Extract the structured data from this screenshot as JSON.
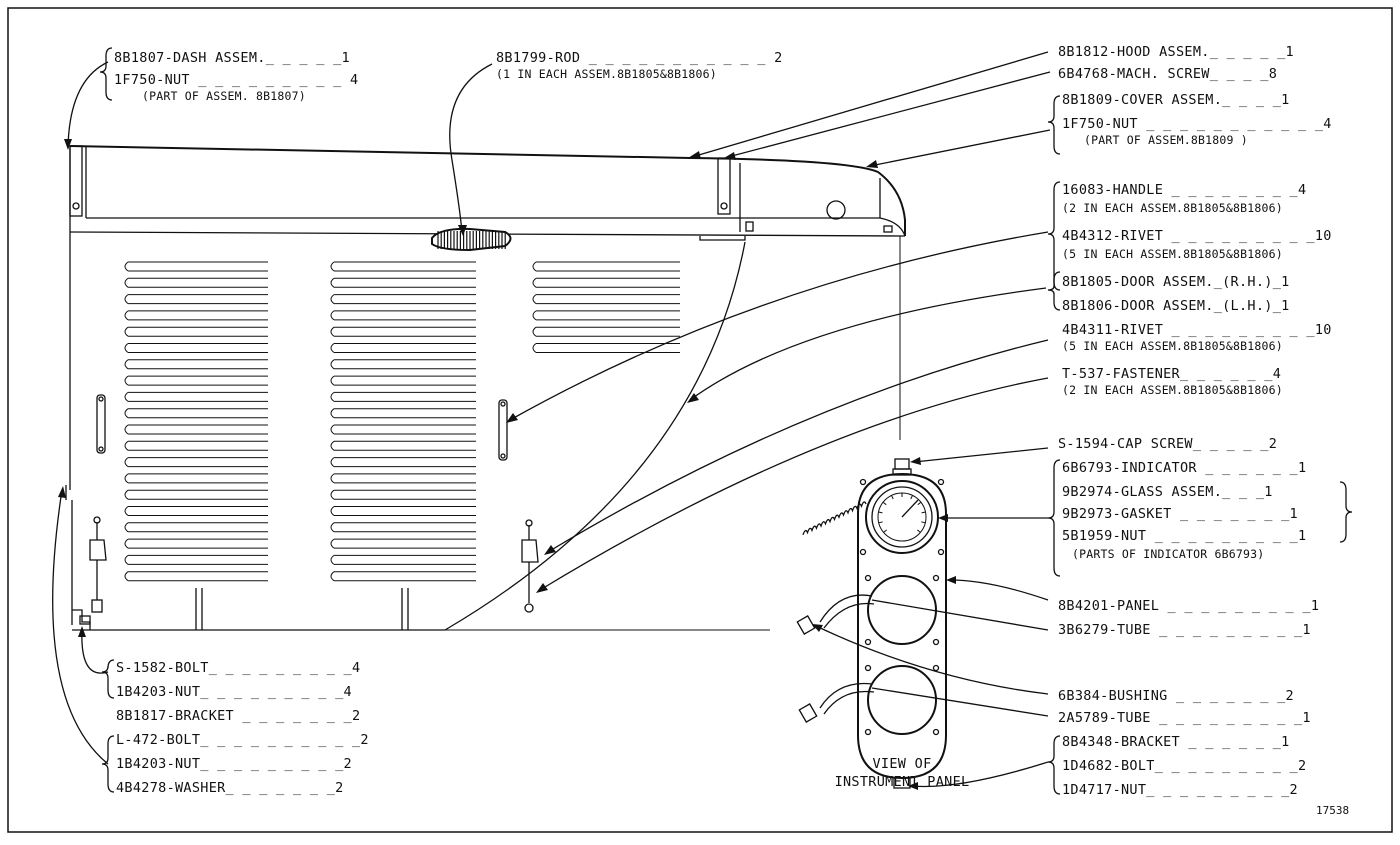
{
  "callouts": {
    "dash_assem": "8B1807-DASH ASSEM._ _ _ _ _1",
    "nut_1f750_a": "1F750-NUT _ _ _ _ _ _ _ _ _ 4",
    "nut_1f750_a_note": "(PART OF ASSEM. 8B1807)",
    "rod": "8B1799-ROD _ _ _ _ _ _ _ _ _ _ _ 2",
    "rod_note": "(1 IN EACH ASSEM.8B1805&8B1806)",
    "hood_assem": "8B1812-HOOD ASSEM._ _ _ _ _1",
    "mach_screw": "6B4768-MACH. SCREW_ _ _ _8",
    "cover_assem": "8B1809-COVER ASSEM._ _ _ _1",
    "nut_1f750_b": "1F750-NUT _ _ _ _ _ _ _ _ _ _ _4",
    "nut_1f750_b_note": "(PART OF ASSEM.8B1809 )",
    "handle": "1608З-HANDLE _ _ _ _ _ _ _ _4",
    "handle_note": "(2 IN EACH ASSEM.8B1805&8B1806)",
    "rivet_4b4312": "4B4312-RIVET _ _ _ _ _ _ _ _ _10",
    "rivet_4b4312_note": "(5 IN EACH ASSEM.8B1805&8B1806)",
    "door_rh": "8B1805-DOOR ASSEM._(R.H.)_1",
    "door_lh": "8B1806-DOOR ASSEM._(L.H.)_1",
    "rivet_4b4311": "4B4311-RIVET _ _ _ _ _ _ _ _ _10",
    "rivet_4b4311_note": "(5 IN EACH ASSEM.8B1805&8B1806)",
    "fastener": "T-537-FASTENER_ _ _ _ _ _4",
    "fastener_note": "(2 IN EACH ASSEM.8B1805&8B1806)",
    "cap_screw": "S-1594-CAP SCREW_ _ _ _ _2",
    "indicator": "6B6793-INDICATOR _ _ _ _ _ _1",
    "glass_assem": "9B2974-GLASS ASSEM._ _ _1",
    "gasket": "9B2973-GASKET _ _ _ _ _ _ _1",
    "nut_5b1959": "5B1959-NUT _ _ _ _ _ _ _ _ _1",
    "indicator_note": "(PARTS OF INDICATOR 6B6793)",
    "panel": "8B4201-PANEL _ _ _ _ _ _ _ _ _1",
    "tube_3b6279": "3B6279-TUBE _ _ _ _ _ _ _ _ _1",
    "bushing": "6B384-BUSHING _ _ _ _ _ _ _2",
    "tube_2a5789": "2A5789-TUBE _ _ _ _ _ _ _ _ _1",
    "bracket_8b4348": "8B4348-BRACKET _ _ _ _ _ _1",
    "bolt_1d4682": "1D4682-BOLT_ _ _ _ _ _ _ _ _2",
    "nut_1d4717": "1D4717-NUT_ _ _ _ _ _ _ _ _2",
    "bolt_s1582": "S-1582-BOLT_ _ _ _ _ _ _ _ _4",
    "nut_1b4203_a": "1B4203-NUT_ _ _ _ _ _ _ _ _4",
    "bracket_8b1817": "8B1817-BRACKET _ _ _ _ _ _ _2",
    "bolt_l472": "L-472-BOLT_ _ _ _ _ _ _ _ _ _2",
    "nut_1b4203_b": "1B4203-NUT_ _ _ _ _ _ _ _ _2",
    "washer": "4B4278-WASHER_ _ _ _ _ _ _2"
  },
  "view_caption": {
    "line1": "VIEW OF",
    "line2": "INSTRUMENT PANEL"
  },
  "figure_number": "17538"
}
